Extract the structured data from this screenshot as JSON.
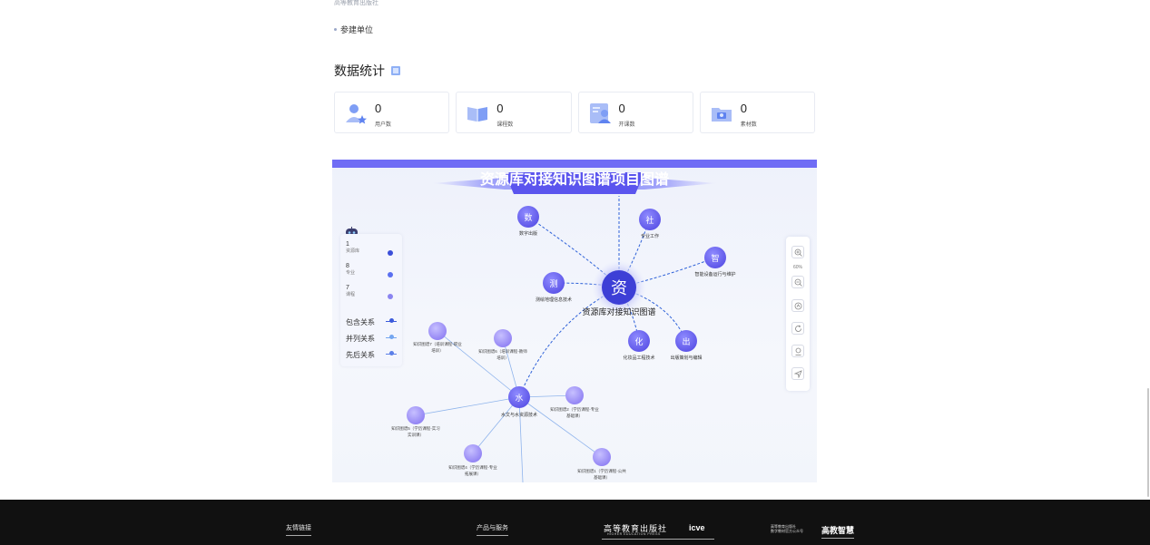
{
  "header": {
    "publisher": "高等教育出版社",
    "unit_label": "参建单位"
  },
  "stats": {
    "title": "数据统计",
    "cards": [
      {
        "value": "0",
        "label": "用户数",
        "icon": "users-icon"
      },
      {
        "value": "0",
        "label": "课程数",
        "icon": "book-icon"
      },
      {
        "value": "0",
        "label": "开课数",
        "icon": "class-icon"
      },
      {
        "value": "0",
        "label": "素材数",
        "icon": "folder-icon"
      }
    ]
  },
  "graph": {
    "title": "资源库对接知识图谱项目图谱",
    "center": {
      "char": "资",
      "label": "资源库对接知识图谱"
    },
    "nodes": [
      {
        "char": "数",
        "label": "数字出版"
      },
      {
        "char": "社",
        "label": "专业工作"
      },
      {
        "char": "智",
        "label": "智能设备运行与维护"
      },
      {
        "char": "测",
        "label": "测绘地理信息技术"
      },
      {
        "char": "化",
        "label": "化妆品工程技术"
      },
      {
        "char": "出",
        "label": "出版策划与编辑"
      },
      {
        "char": "水",
        "label": "水文与水资源技术"
      }
    ],
    "leaves": [
      {
        "line1": "知识图谱7（培训课程-职业",
        "line2": "培训）"
      },
      {
        "line1": "知识图谱6（培训课程-教师",
        "line2": "培训）"
      },
      {
        "line1": "知识图谱2（学历课程-专业",
        "line2": "基础课）"
      },
      {
        "line1": "知识图谱5（学历课程-实习",
        "line2": "实训课）"
      },
      {
        "line1": "知识图谱4（学历课程-专业",
        "line2": "拓展课）"
      },
      {
        "line1": "知识图谱1（学历课程-公共",
        "line2": "基础课）"
      }
    ],
    "legend": {
      "items": [
        {
          "value": "1",
          "label": "资源库",
          "color": "#3b4fd8"
        },
        {
          "value": "8",
          "label": "专业",
          "color": "#5a6ff0"
        },
        {
          "value": "7",
          "label": "课程",
          "color": "#8a84f0"
        }
      ],
      "relations": [
        {
          "label": "包含关系",
          "color": "#3b5bdb"
        },
        {
          "label": "并列关系",
          "color": "#74a6f0"
        },
        {
          "label": "先后关系",
          "color": "#5b7fe8"
        }
      ]
    },
    "toolbar": {
      "zoom": "60%"
    }
  },
  "footer": {
    "links_label": "友情链接",
    "products_label": "产品与服务",
    "hep_logo": "高等教育出版社",
    "hep_logo_sub": "HIGHER EDUCATION PRESS",
    "icve_logo": "icve",
    "wechat_line1": "高等教育出版社",
    "wechat_line2": "数字教材官方公众号",
    "gaojiao": "高教智慧"
  },
  "colors": {
    "accent": "#5b5ff0",
    "node": "#6c63ff",
    "center": "#3d3fd6",
    "footer_bg": "#111111"
  }
}
